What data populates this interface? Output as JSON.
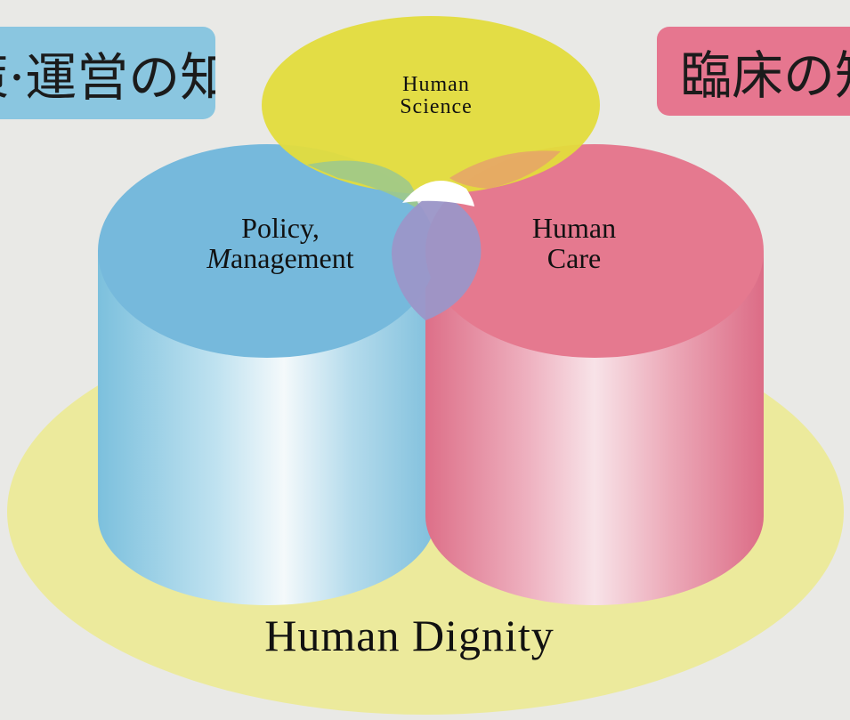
{
  "labels": {
    "policy_jp": "策·運営の知",
    "clinical_jp": "臨床の知"
  },
  "circles": {
    "science_line1": "Human",
    "science_line2": "Science",
    "policy_line1": "Policy,",
    "policy_line2_m": "M",
    "policy_line2_rest": "anagement",
    "care_line1": "Human",
    "care_line2": "Care"
  },
  "base": {
    "dignity": "Human Dignity"
  },
  "colors": {
    "base_ellipse": "#ecea9c",
    "science": "#e3dc3c",
    "policy": "#76b9dc",
    "care": "#e5798f",
    "policy_box": "#8ac6e0",
    "clinical_box": "#e6768f"
  }
}
